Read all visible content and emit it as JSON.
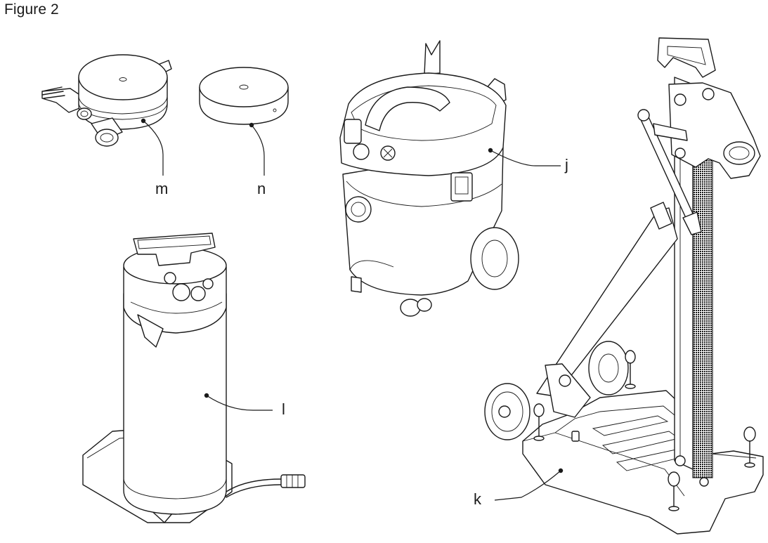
{
  "figure": {
    "title": "Figure 2"
  },
  "callouts": {
    "m": "m",
    "n": "n",
    "j": "j",
    "l": "l",
    "k": "k"
  }
}
